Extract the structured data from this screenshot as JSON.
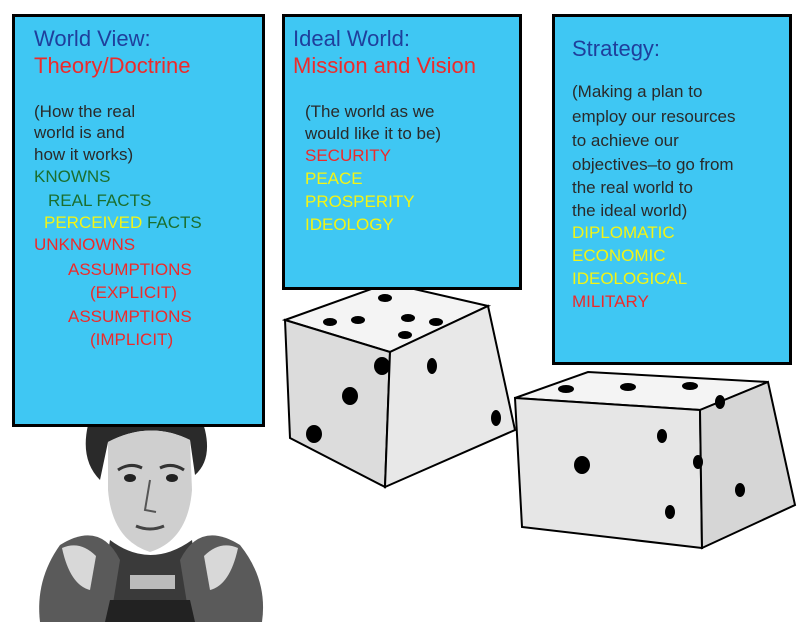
{
  "colors": {
    "box_fill": "#3fc7f3",
    "title_blue": "#1f3f9c",
    "red": "#ee2a2a",
    "green": "#1b6e2e",
    "yellow": "#f4f414",
    "text_dark": "#2a2a2a"
  },
  "world_view": {
    "title": "World View:",
    "subtitle": "Theory/Doctrine",
    "desc": [
      "(How the real",
      "world is and",
      "how it works)"
    ],
    "knowns": "KNOWNS",
    "real_facts": "REAL FACTS",
    "perceived": "PERCEIVED",
    "facts": "FACTS",
    "unknowns": "UNKNOWNS",
    "assumptions_1": "ASSUMPTIONS",
    "explicit": "(EXPLICIT)",
    "assumptions_2": "ASSUMPTIONS",
    "implicit": "(IMPLICIT)"
  },
  "ideal_world": {
    "title": "Ideal World:",
    "subtitle": "Mission and Vision",
    "desc": [
      "(The world as we",
      "would like it to be)"
    ],
    "items": [
      "SECURITY",
      "PEACE",
      "PROSPERITY",
      "IDEOLOGY"
    ]
  },
  "strategy": {
    "title": "Strategy:",
    "desc": [
      "(Making a plan to",
      "employ our resources",
      "to achieve our",
      "objectives–to go from",
      "the real world to",
      "the ideal world)"
    ],
    "items": [
      "DIPLOMATIC",
      "ECONOMIC",
      "IDEOLOGICAL",
      "MILITARY"
    ]
  },
  "illustrations": {
    "portrait": "portrait-of-military-officer",
    "dice": "pair-of-dice"
  }
}
